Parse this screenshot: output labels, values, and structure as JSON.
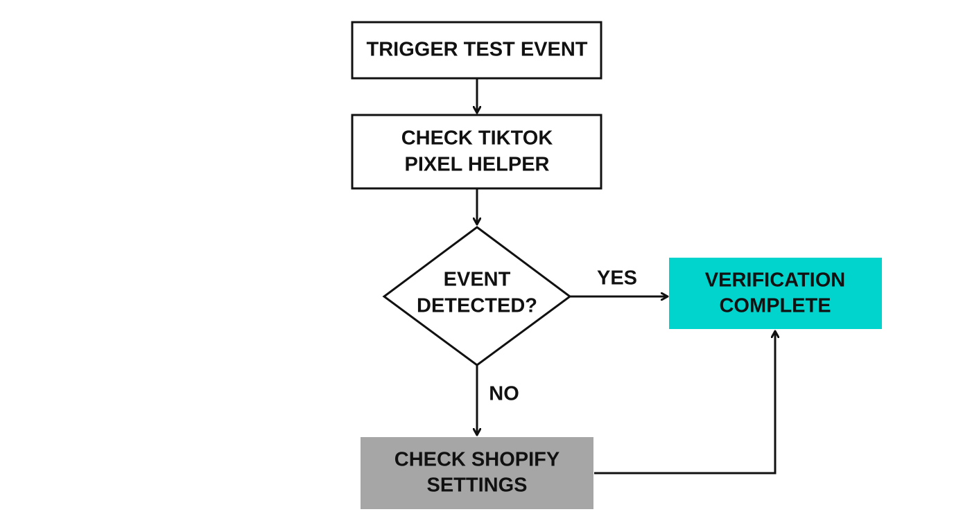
{
  "colors": {
    "stroke": "#111111",
    "process_fill": "#ffffff",
    "success_fill": "#00d4cc",
    "action_fill": "#a6a6a6"
  },
  "nodes": {
    "trigger": {
      "lines": [
        "TRIGGER TEST EVENT"
      ]
    },
    "pixel_helper": {
      "lines": [
        "CHECK TIKTOK",
        "PIXEL HELPER"
      ]
    },
    "decision": {
      "lines": [
        "EVENT",
        "DETECTED?"
      ]
    },
    "verification": {
      "lines": [
        "VERIFICATION",
        "COMPLETE"
      ]
    },
    "shopify": {
      "lines": [
        "CHECK SHOPIFY",
        "SETTINGS"
      ]
    }
  },
  "edges": {
    "yes_label": "YES",
    "no_label": "NO"
  }
}
